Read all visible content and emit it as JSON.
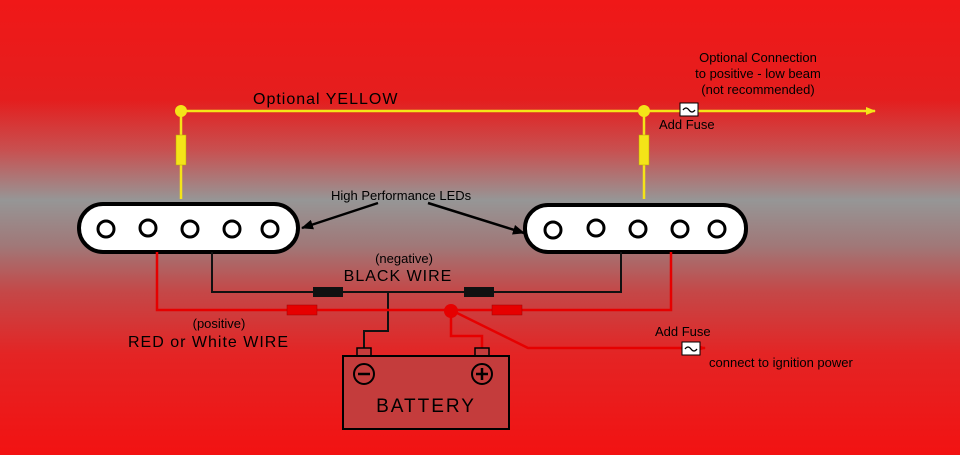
{
  "labels": {
    "optional_yellow": "Optional YELLOW",
    "optional_connection_line1": "Optional Connection",
    "optional_connection_line2": "to positive - low beam",
    "optional_connection_line3": "(not recommended)",
    "add_fuse_top": "Add Fuse",
    "high_performance_leds": "High Performance LEDs",
    "negative": "(negative)",
    "black_wire": "BLACK WIRE",
    "positive": "(positive)",
    "red_or_white_wire": "RED or White WIRE",
    "add_fuse_bottom": "Add Fuse",
    "connect_ignition": "connect to ignition power",
    "battery": "BATTERY",
    "battery_negative": "−",
    "battery_positive": "+"
  },
  "colors": {
    "yellow_wire": "#f4e418",
    "red_wire": "#e60000",
    "black_wire": "#111111",
    "led_housing": "#ffffff",
    "battery_fill": "#c43c3c",
    "fuse_box": "#ffffff"
  },
  "led_bars": [
    {
      "name": "left-led-bar",
      "led_count": 5
    },
    {
      "name": "right-led-bar",
      "led_count": 5
    }
  ]
}
